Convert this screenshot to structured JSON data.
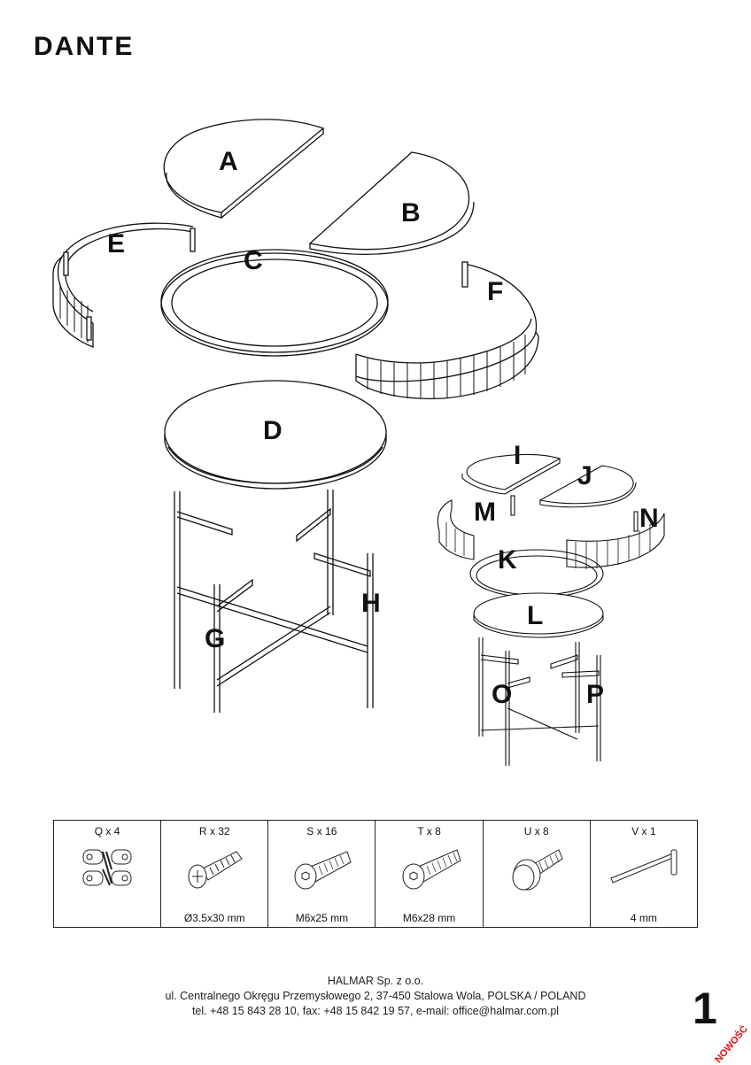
{
  "header": {
    "title": "DANTE"
  },
  "parts": {
    "A": "A",
    "B": "B",
    "C": "C",
    "D": "D",
    "E": "E",
    "F": "F",
    "G": "G",
    "H": "H",
    "I": "I",
    "J": "J",
    "K": "K",
    "L": "L",
    "M": "M",
    "N": "N",
    "O": "O",
    "P": "P"
  },
  "hardware": [
    {
      "label": "Q x 4",
      "caption": "",
      "icon": "hinge-icon"
    },
    {
      "label": "R x 32",
      "caption": "Ø3.5x30 mm",
      "icon": "wood-screw-icon"
    },
    {
      "label": "S x 16",
      "caption": "M6x25 mm",
      "icon": "hex-bolt-icon"
    },
    {
      "label": "T x 8",
      "caption": "M6x28 mm",
      "icon": "hex-bolt-icon"
    },
    {
      "label": "U x 8",
      "caption": "",
      "icon": "round-head-bolt-icon"
    },
    {
      "label": "V x 1",
      "caption": "4 mm",
      "icon": "allen-key-icon"
    }
  ],
  "footer": {
    "company": "HALMAR Sp. z o.o.",
    "address": "ul. Centralnego Okręgu Przemysłowego 2, 37-450 Stalowa Wola, POLSKA / POLAND",
    "contact": "tel. +48 15 843 28 10, fax: +48 15 842 19 57, e-mail: office@halmar.com.pl"
  },
  "page_number": "1",
  "badge": "NOWOŚĆ"
}
